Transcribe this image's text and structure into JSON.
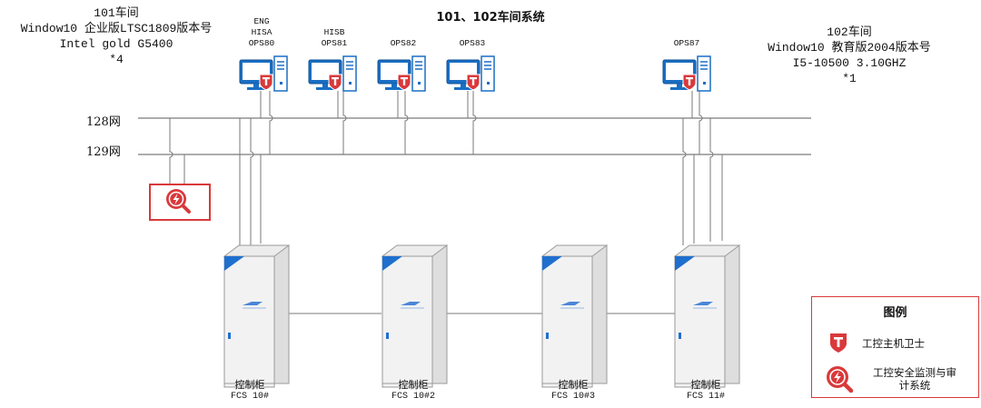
{
  "title": "101、102车间系统",
  "workshop_left": {
    "name": "101车间",
    "os": "Window10 企业版LTSC1809版本号",
    "cpu": "Intel gold G5400",
    "count": "*4"
  },
  "workshop_right": {
    "name": "102车间",
    "os": "Window10 教育版2004版本号",
    "cpu": "I5-10500 3.10GHZ",
    "count": "*1"
  },
  "networks": [
    "128网",
    "129网"
  ],
  "stations": [
    {
      "lines": [
        "ENG",
        "HISA",
        "OPS80"
      ]
    },
    {
      "lines": [
        "HISB",
        "OPS81"
      ]
    },
    {
      "lines": [
        "OPS82"
      ]
    },
    {
      "lines": [
        "OPS83"
      ]
    },
    {
      "lines": [
        "OPS87"
      ]
    }
  ],
  "cabinets": [
    {
      "label": "控制柜",
      "code": "FCS 10#"
    },
    {
      "label": "控制柜",
      "code": "FCS 10#2"
    },
    {
      "label": "控制柜",
      "code": "FCS 10#3"
    },
    {
      "label": "控制柜",
      "code": "FCS 11#"
    }
  ],
  "legend": {
    "title": "图例",
    "guard": "工控主机卫士",
    "audit_line1": "工控安全监测与审",
    "audit_line2": "计系统"
  },
  "colors": {
    "accent_red": "#d9393b",
    "monitor_blue": "#1a6fc4",
    "cabinet_blue": "#1f6fcf",
    "line_gray": "#7a7a7a"
  },
  "icons": {
    "station": "computer-monitor-icon",
    "guard": "shield-t-icon",
    "audit": "lightning-magnifier-icon"
  }
}
